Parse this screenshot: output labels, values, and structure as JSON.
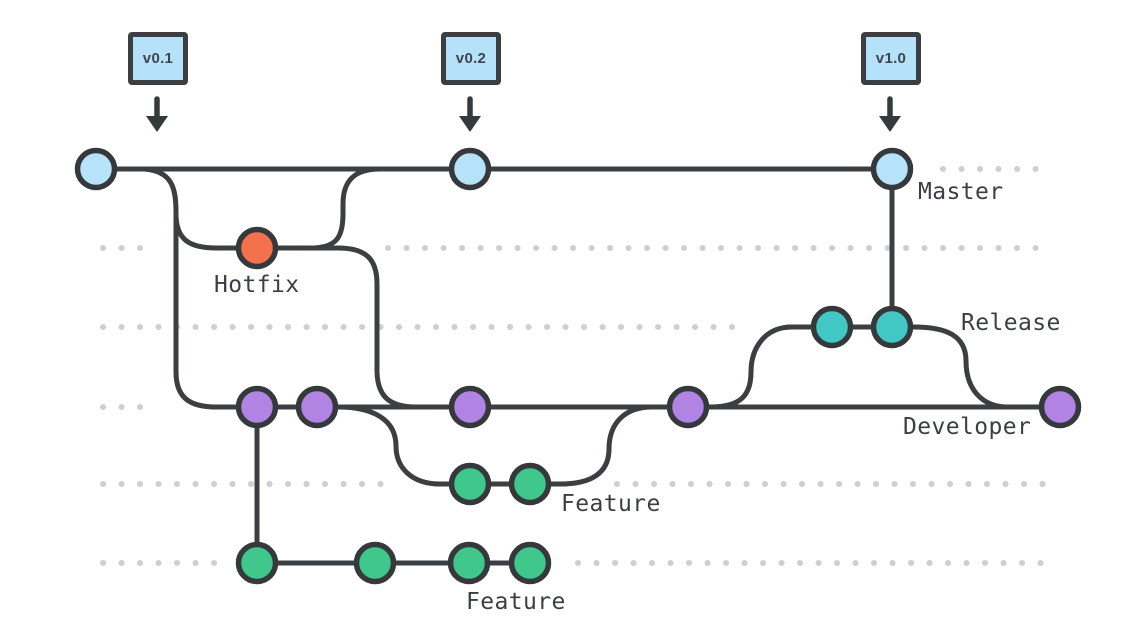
{
  "colors": {
    "master": "#b6e3f9",
    "hotfix": "#f3724d",
    "release": "#41c8c4",
    "developer": "#b183e2",
    "feature": "#3fc78c",
    "line": "#3b3f42",
    "lane_dots": "#cfcfcf",
    "tag_fill": "#b5e2f9",
    "tag_border": "#3b3f42",
    "label_text": "#3a3f44"
  },
  "tags": [
    {
      "label": "v0.1"
    },
    {
      "label": "v0.2"
    },
    {
      "label": "v1.0"
    }
  ],
  "labels": {
    "master": "Master",
    "hotfix": "Hotfix",
    "release": "Release",
    "developer": "Developer",
    "feature_upper": "Feature",
    "feature_lower": "Feature"
  },
  "graph": {
    "branches": [
      {
        "name": "Master",
        "commit_count": 3,
        "color": "#b6e3f9",
        "tags": [
          "v0.1",
          "v0.2",
          "v1.0"
        ]
      },
      {
        "name": "Hotfix",
        "commit_count": 1,
        "color": "#f3724d",
        "branched_from": "Master",
        "merges_into": [
          "Master",
          "Developer"
        ]
      },
      {
        "name": "Release",
        "commit_count": 2,
        "color": "#41c8c4",
        "branched_from": "Developer",
        "merges_into": [
          "Master",
          "Developer"
        ]
      },
      {
        "name": "Developer",
        "commit_count": 5,
        "color": "#b183e2",
        "branched_from": "Master"
      },
      {
        "name": "Feature (upper)",
        "commit_count": 2,
        "color": "#3fc78c",
        "branched_from": "Developer",
        "merges_into": [
          "Developer"
        ]
      },
      {
        "name": "Feature (lower)",
        "commit_count": 4,
        "color": "#3fc78c",
        "branched_from": "Developer",
        "merges_into": []
      }
    ]
  }
}
